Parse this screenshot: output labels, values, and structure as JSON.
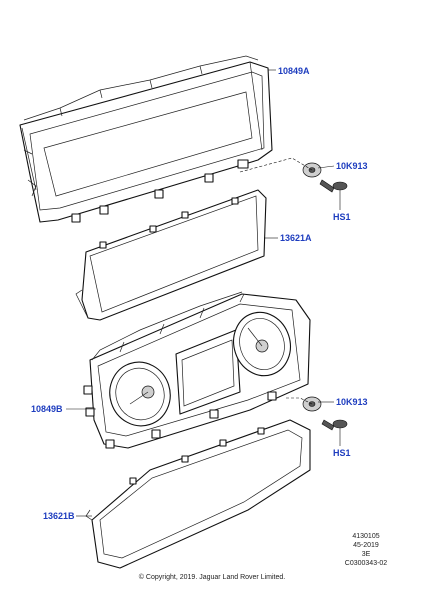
{
  "callouts": {
    "display_top": "10849A",
    "grommet_top": "10K913",
    "screw_top": "HS1",
    "lens_top": "13621A",
    "cluster_bottom": "10849B",
    "grommet_bottom": "10K913",
    "screw_bottom": "HS1",
    "lens_bottom": "13621B"
  },
  "reference": {
    "line1": "4130105",
    "line2": "45-2019",
    "line3": "3E",
    "line4": "C0300343-02"
  },
  "copyright": "© Copyright, 2019. Jaguar Land Rover Limited."
}
